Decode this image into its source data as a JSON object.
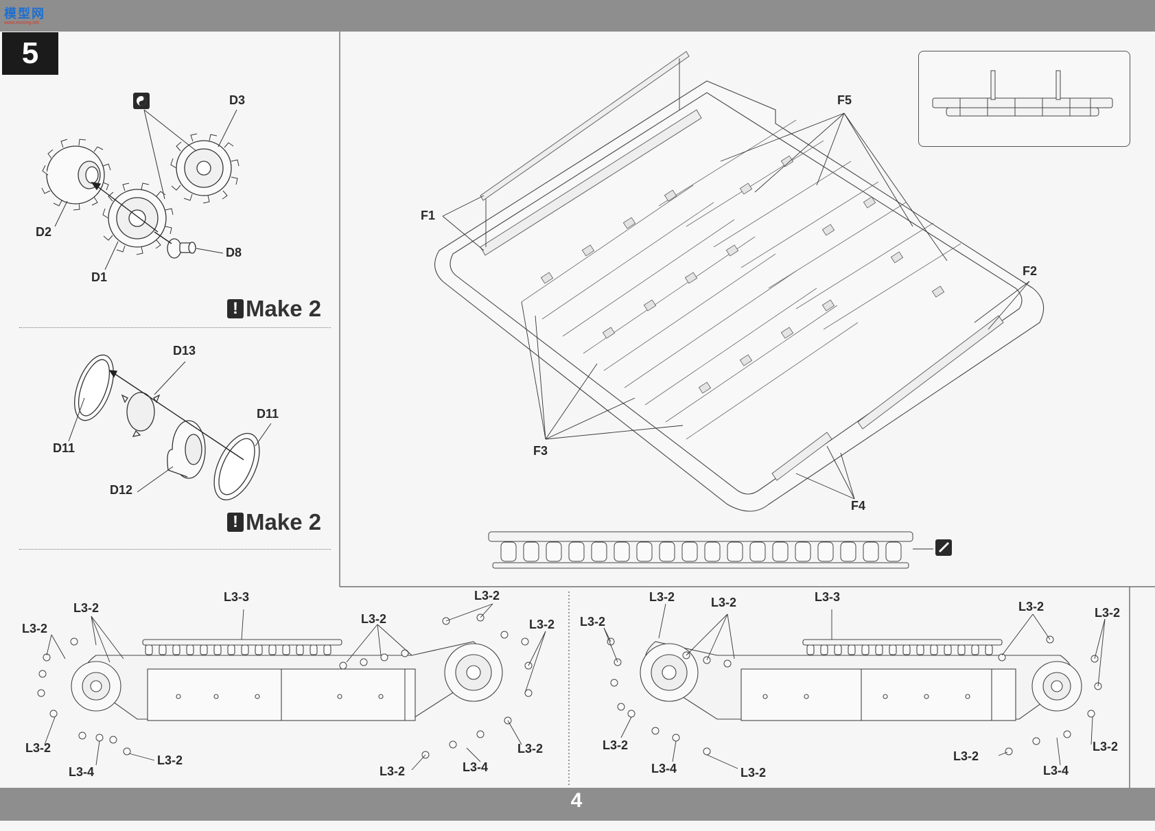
{
  "header": {
    "logo_text": "模型网",
    "logo_sub": "www.moxing.net"
  },
  "step": {
    "number": "5"
  },
  "wheel_assembly": {
    "labels": {
      "d1": "D1",
      "d2": "D2",
      "d3": "D3",
      "d8": "D8"
    },
    "make": "Make 2"
  },
  "idler_assembly": {
    "labels": {
      "d11_left": "D11",
      "d11_right": "D11",
      "d12": "D12",
      "d13": "D13"
    },
    "make": "Make 2"
  },
  "sprue": {
    "labels": {
      "f1": "F1",
      "f2": "F2",
      "f3": "F3",
      "f4": "F4",
      "f5": "F5"
    }
  },
  "left_track": {
    "labels": [
      "L3-2",
      "L3-2",
      "L3-3",
      "L3-2",
      "L3-2",
      "L3-2",
      "L3-2",
      "L3-2",
      "L3-4",
      "L3-2",
      "L3-2",
      "L3-4"
    ]
  },
  "right_track": {
    "labels": [
      "L3-2",
      "L3-2",
      "L3-2",
      "L3-3",
      "L3-2",
      "L3-2",
      "L3-2",
      "L3-2",
      "L3-4",
      "L3-2",
      "L3-2",
      "L3-4"
    ]
  },
  "footer": {
    "page_number": "4"
  }
}
